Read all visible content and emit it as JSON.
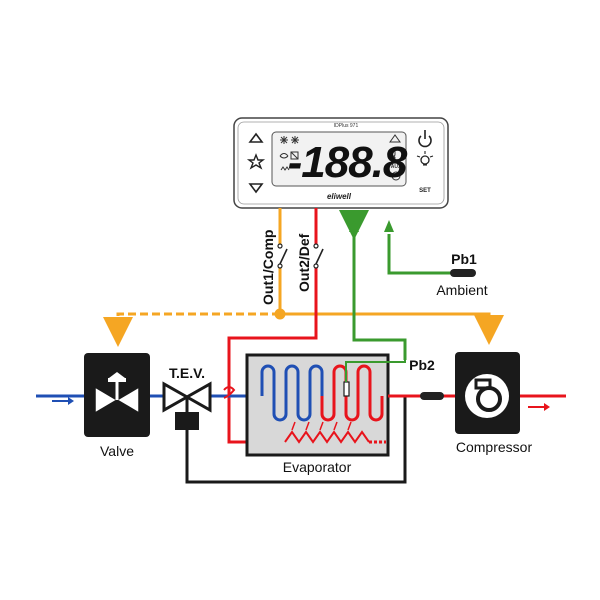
{
  "controller": {
    "model": "IDPlus 971",
    "display_value": "-188.8",
    "brand": "eliwell",
    "aux_label": "AUX",
    "set_label": "SET"
  },
  "outputs": {
    "out1_label": "Out1/Comp",
    "out2_label": "Out2/Def"
  },
  "probes": {
    "pb1_label": "Pb1",
    "pb1_location": "Ambient",
    "pb2_label": "Pb2"
  },
  "components": {
    "valve_label": "Valve",
    "tev_label": "T.E.V.",
    "evaporator_label": "Evaporator",
    "compressor_label": "Compressor"
  },
  "colors": {
    "cold_line": "#1f4fb4",
    "hot_line": "#e8141c",
    "comp_wire": "#f5a623",
    "probe_wire": "#3a9a2e",
    "black_line": "#1a1a1a"
  }
}
